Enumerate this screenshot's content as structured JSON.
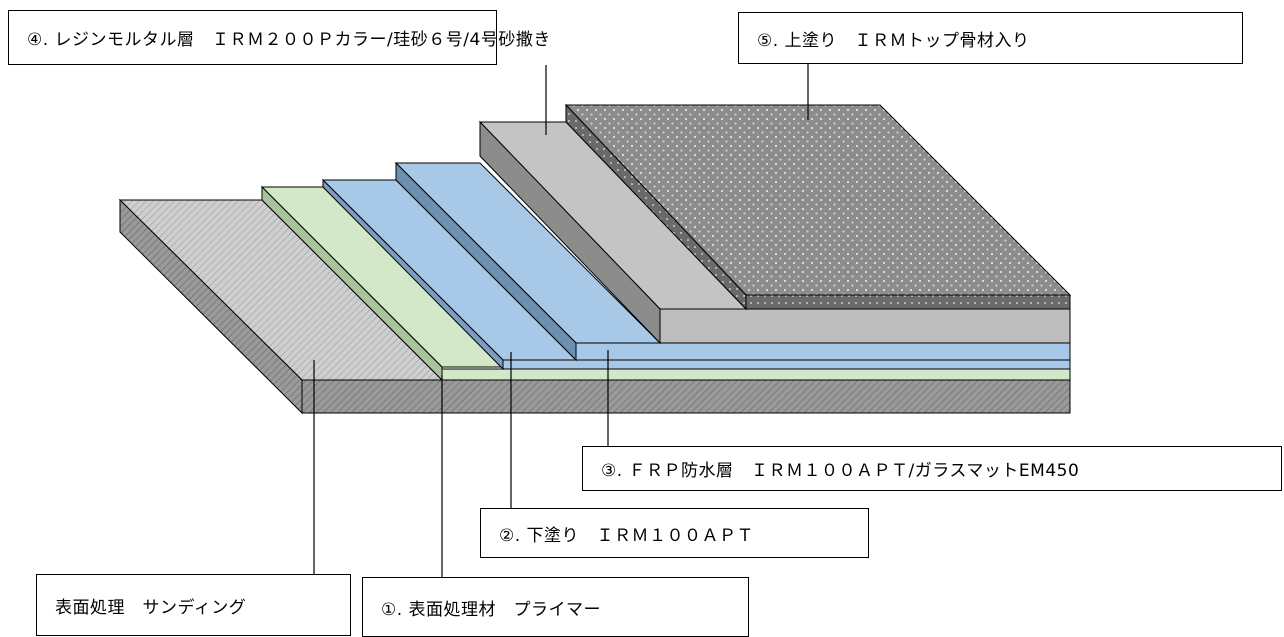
{
  "callouts": {
    "layer4": "④. レジンモルタル層　ＩＲＭ２００Ｐカラー/珪砂６号/4号砂撒き",
    "layer5": "⑤. 上塗り　ＩＲＭトップ骨材入り",
    "layer3": "③. ＦＲＰ防水層　ＩＲＭ１００ＡＰＴ/ガラスマットEM450",
    "layer2": "②. 下塗り　ＩＲＭ１００ＡＰＴ",
    "sanding": "表面処理　サンディング",
    "layer1": "①. 表面処理材　プライマー"
  },
  "colors": {
    "substrate": "#c8c8c8",
    "primer": "#d2e8c8",
    "undercoat": "#a8c8e8",
    "frp_edge": "#6e8fae",
    "mortar": "#c4c4c4",
    "mortar_dark": "#8c8c8c",
    "topcoat": "#8a8a8a"
  }
}
